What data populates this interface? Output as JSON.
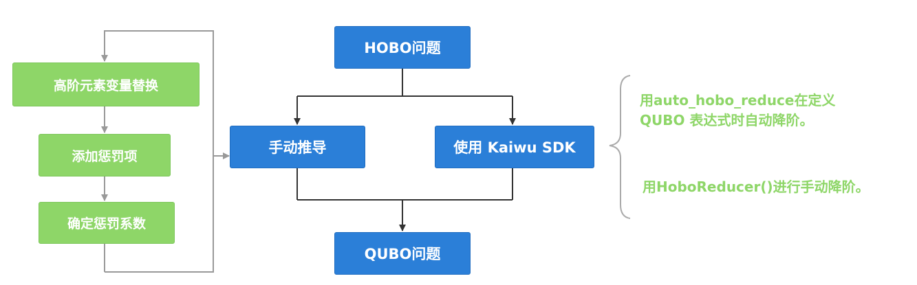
{
  "nodes": {
    "hobo": "HOBO问题",
    "manual": "手动推导",
    "kaiwu": "使用 Kaiwu SDK",
    "qubo": "QUBO问题",
    "replace": "高阶元素变量替换",
    "penalty": "添加惩罚项",
    "coef": "确定惩罚系数"
  },
  "notes": {
    "auto_line1": "用auto_hobo_reduce在定义",
    "auto_line2": "QUBO 表达式时自动降阶。",
    "manual_reducer": "用HoboReducer()进行手动降阶。"
  },
  "colors": {
    "blue": "#2b7fd8",
    "green": "#8ed668",
    "gray_line": "#999999",
    "dark_line": "#333333"
  }
}
